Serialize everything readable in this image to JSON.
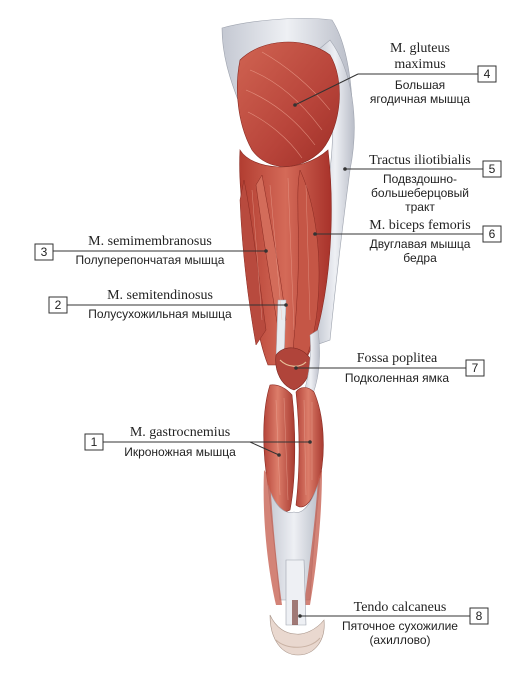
{
  "colors": {
    "muscle_dark": "#a8322a",
    "muscle_mid": "#c9594a",
    "muscle_light": "#e08a78",
    "tendon": "#e6e8ee",
    "tendon_shadow": "#b9bdc8",
    "line": "#333333",
    "text": "#222222"
  },
  "labels": [
    {
      "id": "4",
      "number": "4",
      "latin_lines": [
        "M. gluteus",
        "maximus"
      ],
      "russian_lines": [
        "Большая",
        "ягодичная мышца"
      ]
    },
    {
      "id": "5",
      "number": "5",
      "latin_lines": [
        "Tractus iliotibialis"
      ],
      "russian_lines": [
        "Подвздошно-",
        "большеберцовый",
        "тракт"
      ]
    },
    {
      "id": "6",
      "number": "6",
      "latin_lines": [
        "M. biceps femoris"
      ],
      "russian_lines": [
        "Двуглавая мышца",
        "бедра"
      ]
    },
    {
      "id": "3",
      "number": "3",
      "latin_lines": [
        "M. semimembranosus"
      ],
      "russian_lines": [
        "Полуперепончатая мышца"
      ]
    },
    {
      "id": "2",
      "number": "2",
      "latin_lines": [
        "M. semitendinosus"
      ],
      "russian_lines": [
        "Полусухожильная мышца"
      ]
    },
    {
      "id": "7",
      "number": "7",
      "latin_lines": [
        "Fossa poplitea"
      ],
      "russian_lines": [
        "Подколенная ямка"
      ]
    },
    {
      "id": "1",
      "number": "1",
      "latin_lines": [
        "M. gastrocnemius"
      ],
      "russian_lines": [
        "Икроножная мышца"
      ]
    },
    {
      "id": "8",
      "number": "8",
      "latin_lines": [
        "Tendo calcaneus"
      ],
      "russian_lines": [
        "Пяточное сухожилие",
        "(ахиллово)"
      ]
    }
  ]
}
